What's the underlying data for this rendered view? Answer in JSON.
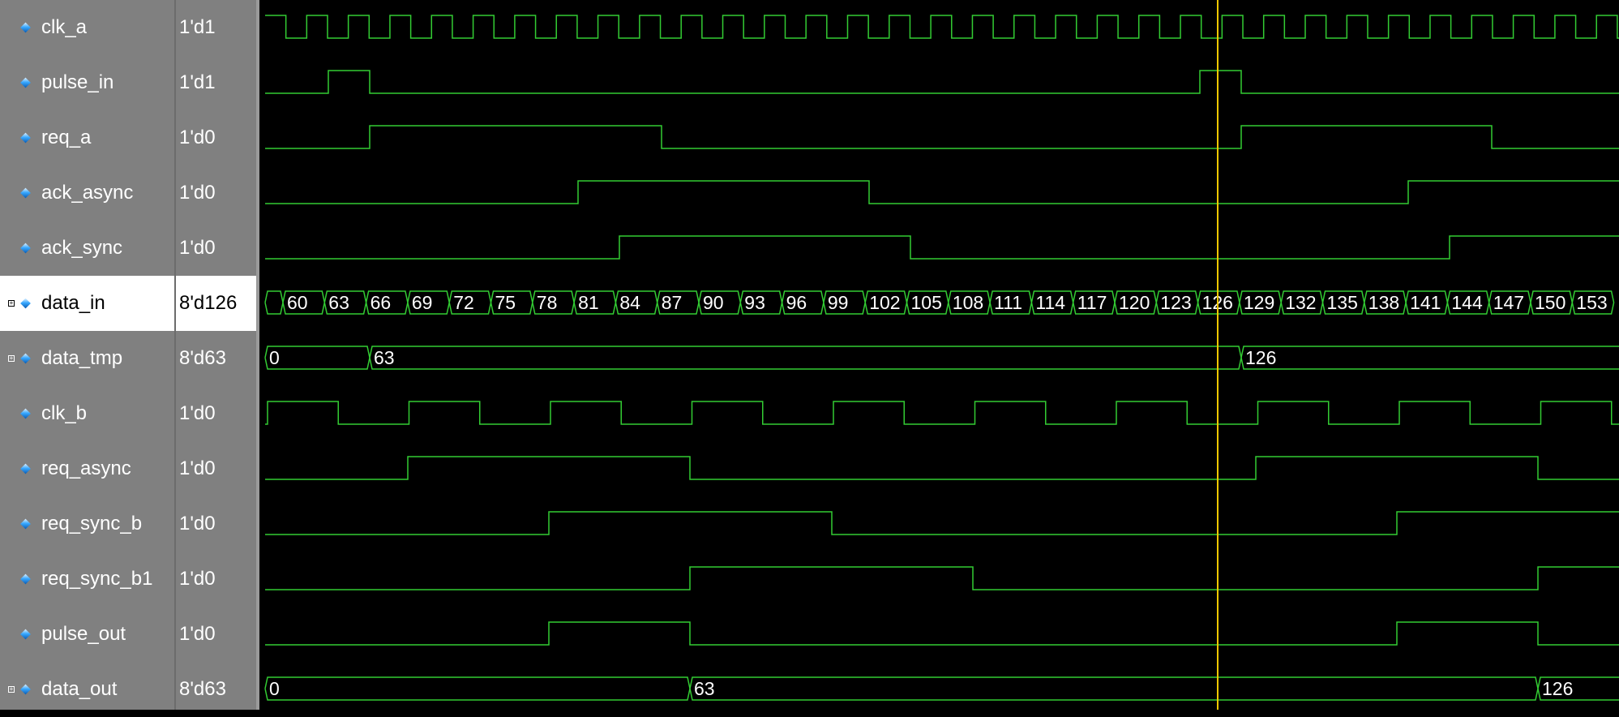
{
  "time_axis": {
    "t_start": 60,
    "t_end": 153,
    "bus_labels": [
      "60",
      "63",
      "66",
      "69",
      "72",
      "75",
      "78",
      "81",
      "84",
      "87",
      "90",
      "93",
      "96",
      "99",
      "102",
      "105",
      "108",
      "111",
      "114",
      "117",
      "120",
      "123",
      "126",
      "129",
      "132",
      "135",
      "138",
      "141",
      "144",
      "147",
      "150",
      "153"
    ]
  },
  "cursor": {
    "time": 126,
    "color": "#f0c800"
  },
  "colors": {
    "wave": "#33cc33",
    "cursor": "#f0c800",
    "background": "#000000",
    "panel": "#808080"
  },
  "signals": [
    {
      "name": "clk_a",
      "value": "1'd1",
      "type": "clock",
      "group": false
    },
    {
      "name": "pulse_in",
      "value": "1'd1",
      "type": "bit",
      "group": false
    },
    {
      "name": "req_a",
      "value": "1'd0",
      "type": "bit",
      "group": false
    },
    {
      "name": "ack_async",
      "value": "1'd0",
      "type": "bit",
      "group": false
    },
    {
      "name": "ack_sync",
      "value": "1'd0",
      "type": "bit",
      "group": false
    },
    {
      "name": "data_in",
      "value": "8'd126",
      "type": "bus",
      "group": true,
      "selected": true
    },
    {
      "name": "data_tmp",
      "value": "8'd63",
      "type": "bus",
      "group": true,
      "bus_values": [
        "0",
        "63",
        "126"
      ]
    },
    {
      "name": "clk_b",
      "value": "1'd0",
      "type": "clock",
      "group": false
    },
    {
      "name": "req_async",
      "value": "1'd0",
      "type": "bit",
      "group": false
    },
    {
      "name": "req_sync_b",
      "value": "1'd0",
      "type": "bit",
      "group": false
    },
    {
      "name": "req_sync_b1",
      "value": "1'd0",
      "type": "bit",
      "group": false
    },
    {
      "name": "pulse_out",
      "value": "1'd0",
      "type": "bit",
      "group": false
    },
    {
      "name": "data_out",
      "value": "8'd63",
      "type": "bus",
      "group": true,
      "bus_values": [
        "0",
        "63",
        "126"
      ]
    }
  ]
}
